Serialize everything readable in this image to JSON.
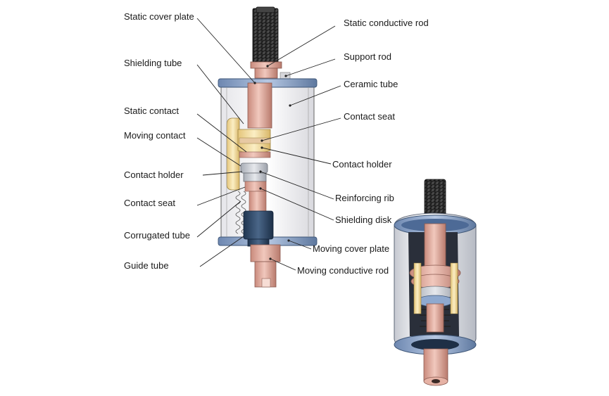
{
  "labels_left": [
    {
      "id": "static-cover-plate",
      "text": "Static cover plate"
    },
    {
      "id": "shielding-tube",
      "text": "Shielding tube"
    },
    {
      "id": "static-contact",
      "text": "Static contact"
    },
    {
      "id": "moving-contact",
      "text": "Moving contact"
    },
    {
      "id": "contact-holder-left",
      "text": "Contact holder"
    },
    {
      "id": "contact-seat-left",
      "text": "Contact seat"
    },
    {
      "id": "corrugated-tube",
      "text": "Corrugated tube"
    },
    {
      "id": "guide-tube",
      "text": "Guide tube"
    }
  ],
  "labels_right": [
    {
      "id": "static-conductive-rod",
      "text": "Static conductive rod"
    },
    {
      "id": "support-rod",
      "text": "Support rod"
    },
    {
      "id": "ceramic-tube",
      "text": "Ceramic tube"
    },
    {
      "id": "contact-seat-right",
      "text": "Contact seat"
    },
    {
      "id": "contact-holder-right",
      "text": "Contact holder"
    },
    {
      "id": "reinforcing-rib",
      "text": "Reinforcing rib"
    },
    {
      "id": "shielding-disk",
      "text": "Shielding disk"
    },
    {
      "id": "moving-cover-plate",
      "text": "Moving cover plate"
    },
    {
      "id": "moving-conductive-rod",
      "text": "Moving conductive rod"
    }
  ],
  "colors": {
    "copper": "#e8b4a8",
    "copper_dark": "#c98a7c",
    "thread": "#3a3a3a",
    "ceramic": "#f4f4f6",
    "cover_blue": "#8fa9cf",
    "guide_blue": "#2f4a6b",
    "contact_gold": "#f0d89a",
    "shield_gray": "#c9ccd2"
  }
}
